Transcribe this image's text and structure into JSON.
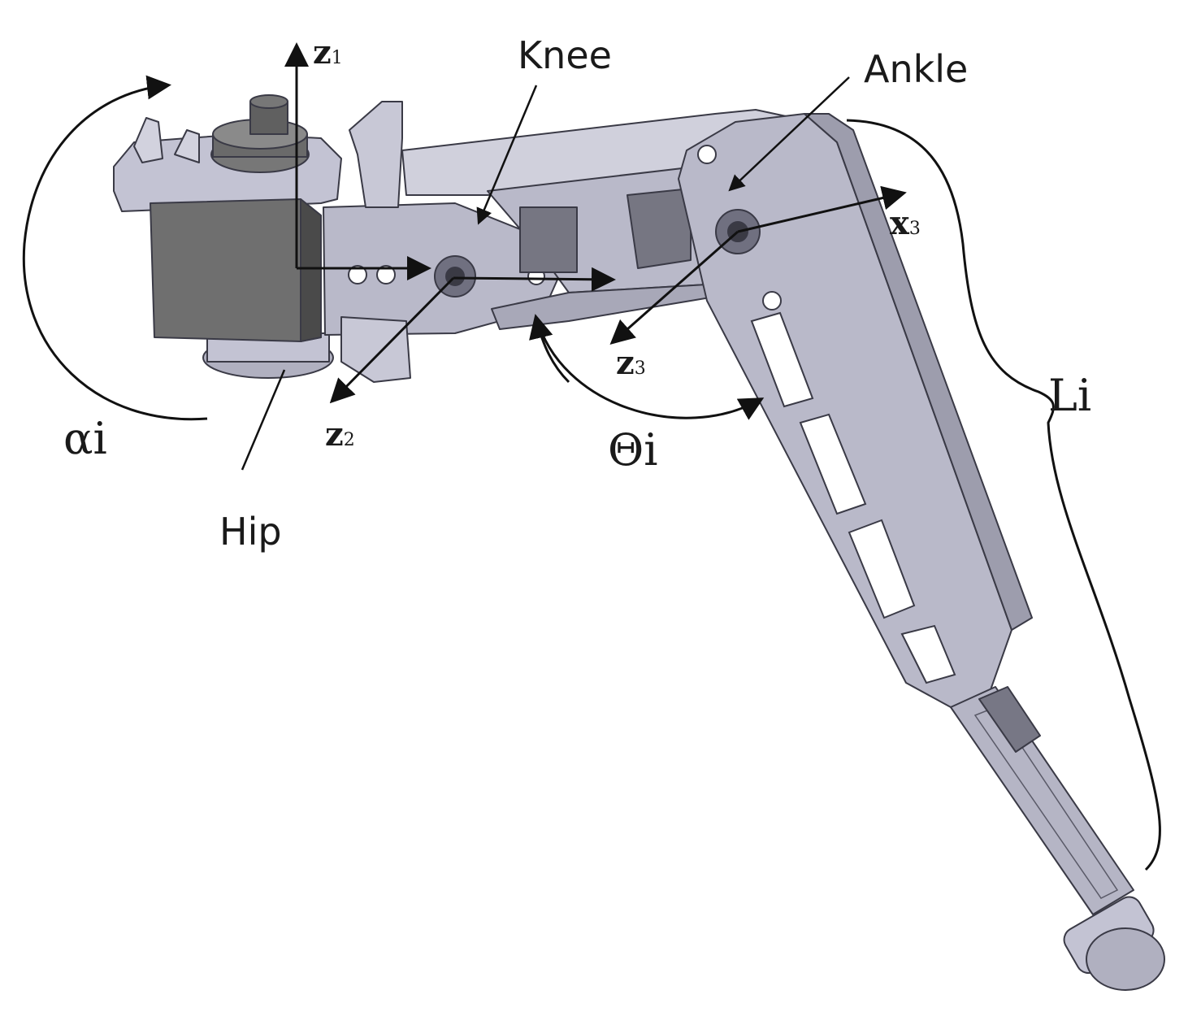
{
  "labels": {
    "knee": "Knee",
    "ankle": "Ankle",
    "hip": "Hip",
    "z1": "z",
    "z1_sub": "1",
    "z2": "z",
    "z2_sub": "2",
    "z3": "z",
    "z3_sub": "3",
    "x3": "x",
    "x3_sub": "3",
    "alpha": "αi",
    "theta": "Θi",
    "length": "Li"
  },
  "colors": {
    "part_fill": "#b9b9c9",
    "part_light": "#d2d2de",
    "part_dark": "#8e8e9e",
    "servo_body": "#6f6f6f",
    "servo_dark": "#4a4a4a",
    "ink": "#111111"
  }
}
